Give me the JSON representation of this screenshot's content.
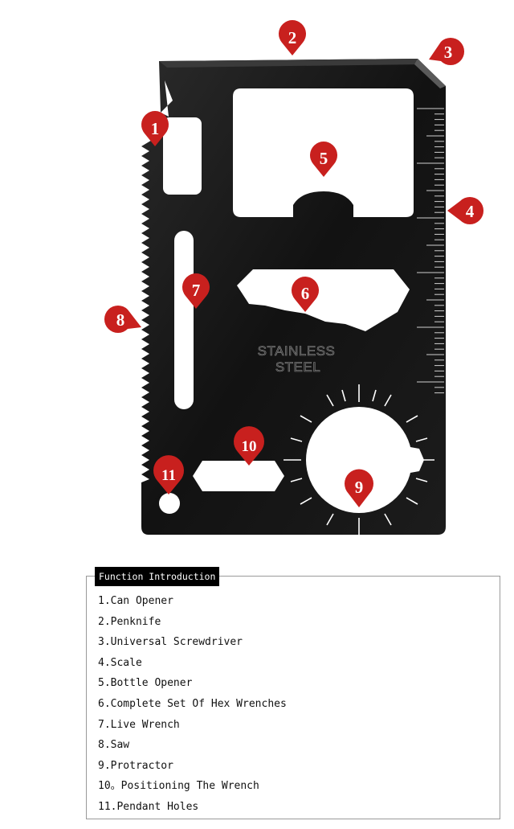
{
  "card": {
    "stamp_line1": "STAINLESS",
    "stamp_line2": "STEEL",
    "colors": {
      "body": "#111111",
      "marker": "#c8201e",
      "cutout": "#ffffff"
    }
  },
  "markers": [
    {
      "number": "1",
      "meaning": "can-opener"
    },
    {
      "number": "2",
      "meaning": "penknife"
    },
    {
      "number": "3",
      "meaning": "universal-screwdriver"
    },
    {
      "number": "4",
      "meaning": "scale"
    },
    {
      "number": "5",
      "meaning": "bottle-opener"
    },
    {
      "number": "6",
      "meaning": "hex-wrenches"
    },
    {
      "number": "7",
      "meaning": "live-wrench"
    },
    {
      "number": "8",
      "meaning": "saw"
    },
    {
      "number": "9",
      "meaning": "protractor"
    },
    {
      "number": "10",
      "meaning": "positioning-wrench"
    },
    {
      "number": "11",
      "meaning": "pendant-holes"
    }
  ],
  "info": {
    "title": "Function Introduction",
    "items": [
      "1.Can Opener",
      "2.Penknife",
      "3.Universal Screwdriver",
      "4.Scale",
      "5.Bottle Opener",
      "6.Complete Set Of Hex Wrenches",
      "7.Live Wrench",
      "8.Saw",
      "9.Protractor",
      "10。Positioning The Wrench",
      "11.Pendant Holes"
    ]
  }
}
